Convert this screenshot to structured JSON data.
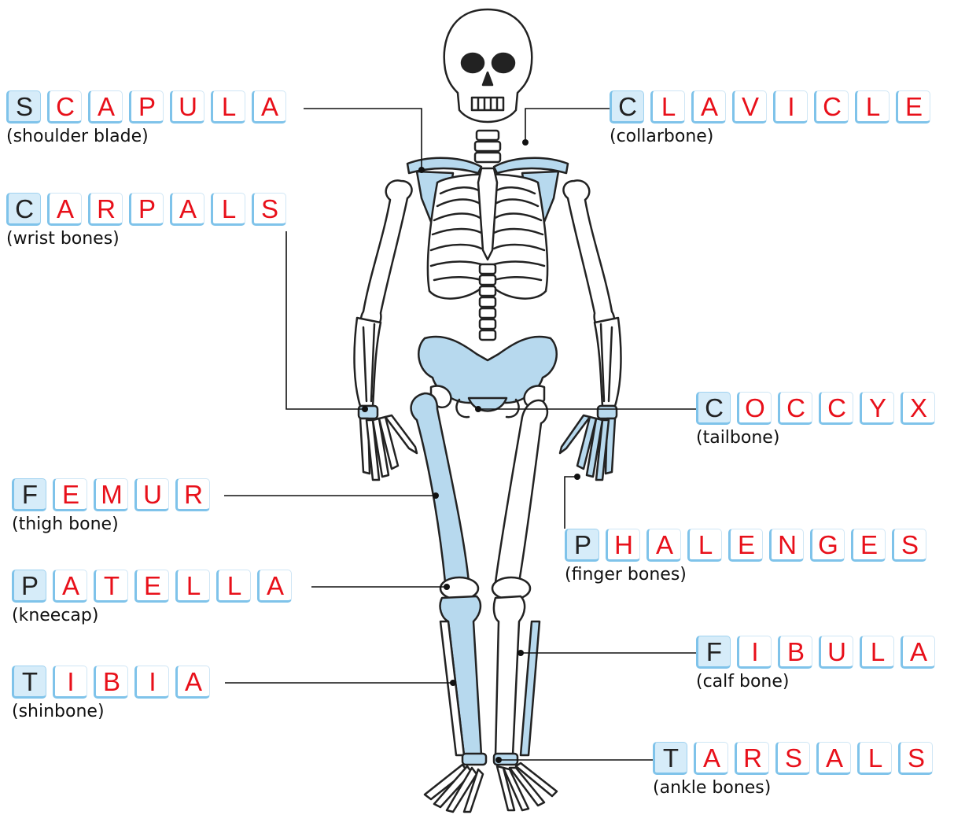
{
  "colors": {
    "bone_fill": "#ffffff",
    "highlight_fill": "#b7d9ee",
    "outline": "#222222",
    "letter_red": "#e8101a",
    "tile_first_bg": "#d6ecf9",
    "tile_edge": "#7fc3ea"
  },
  "labels": [
    {
      "id": "scapula",
      "letters": [
        "S",
        "C",
        "A",
        "P",
        "U",
        "L",
        "A"
      ],
      "sub": "(shoulder blade)"
    },
    {
      "id": "clavicle",
      "letters": [
        "C",
        "L",
        "A",
        "V",
        "I",
        "C",
        "L",
        "E"
      ],
      "sub": "(collarbone)"
    },
    {
      "id": "carpals",
      "letters": [
        "C",
        "A",
        "R",
        "P",
        "A",
        "L",
        "S"
      ],
      "sub": "(wrist bones)"
    },
    {
      "id": "coccyx",
      "letters": [
        "C",
        "O",
        "C",
        "C",
        "Y",
        "X"
      ],
      "sub": "(tailbone)"
    },
    {
      "id": "femur",
      "letters": [
        "F",
        "E",
        "M",
        "U",
        "R"
      ],
      "sub": "(thigh bone)"
    },
    {
      "id": "phalenges",
      "letters": [
        "P",
        "H",
        "A",
        "L",
        "E",
        "N",
        "G",
        "E",
        "S"
      ],
      "sub": "(finger bones)"
    },
    {
      "id": "patella",
      "letters": [
        "P",
        "A",
        "T",
        "E",
        "L",
        "L",
        "A"
      ],
      "sub": "(kneecap)"
    },
    {
      "id": "fibula",
      "letters": [
        "F",
        "I",
        "B",
        "U",
        "L",
        "A"
      ],
      "sub": "(calf bone)"
    },
    {
      "id": "tibia",
      "letters": [
        "T",
        "I",
        "B",
        "I",
        "A"
      ],
      "sub": "(shinbone)"
    },
    {
      "id": "tarsals",
      "letters": [
        "T",
        "A",
        "R",
        "S",
        "A",
        "L",
        "S"
      ],
      "sub": "(ankle bones)"
    }
  ]
}
